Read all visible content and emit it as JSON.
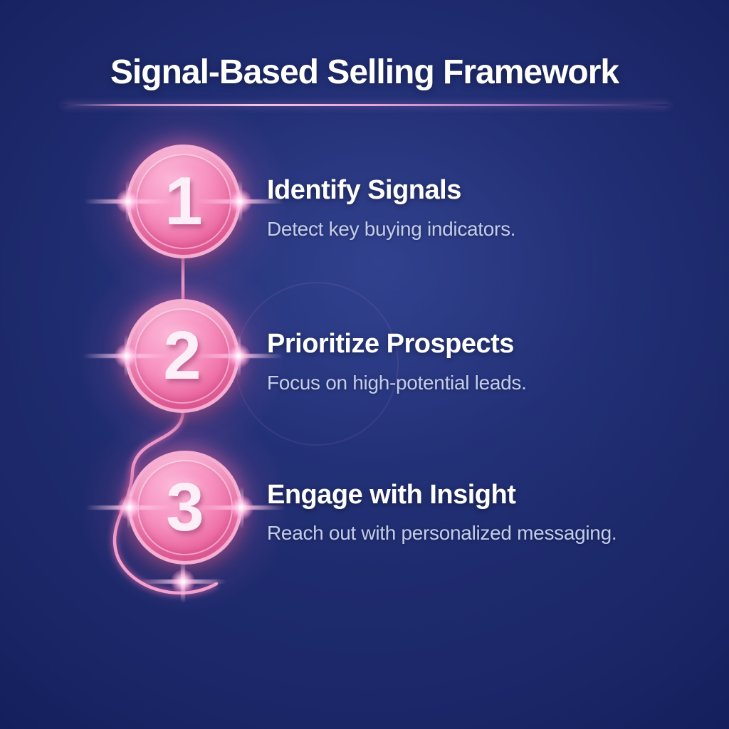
{
  "title": "Signal-Based Selling Framework",
  "steps": [
    {
      "number": "1",
      "title": "Identify Signals",
      "subtitle": "Detect key buying indicators."
    },
    {
      "number": "2",
      "title": "Prioritize Prospects",
      "subtitle": "Focus on high-potential leads."
    },
    {
      "number": "3",
      "title": "Engage with Insight",
      "subtitle": "Reach out with personalized messaging."
    }
  ],
  "colors": {
    "background_center": "#243379",
    "background_corner": "#0c164c",
    "circle_pink_light": "#fbb4d6",
    "circle_pink_dark": "#e25693",
    "circle_rim": "#f6aed2",
    "connector_pink": "#f8a8d0",
    "divider_pink": "#e9a8d8",
    "title_text": "#ffffff",
    "subtitle_text": "#c3cdec"
  }
}
